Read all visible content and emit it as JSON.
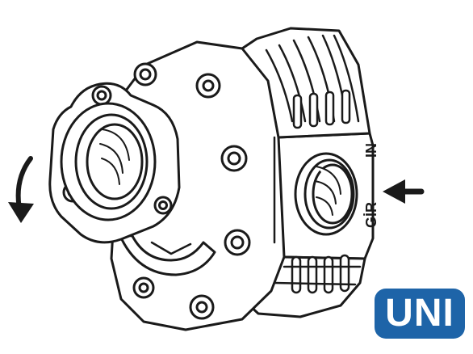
{
  "labels": {
    "inlet": "IN",
    "outlet": "GİR",
    "badge": "UNI"
  },
  "icons": {
    "rotation": "curved-rotation-arrow-icon",
    "flow": "flow-arrow-icon"
  },
  "colors": {
    "badge_background": "#1e64a8",
    "badge_text": "#ffffff",
    "line": "#1a1a1a",
    "fill": "#ffffff"
  }
}
